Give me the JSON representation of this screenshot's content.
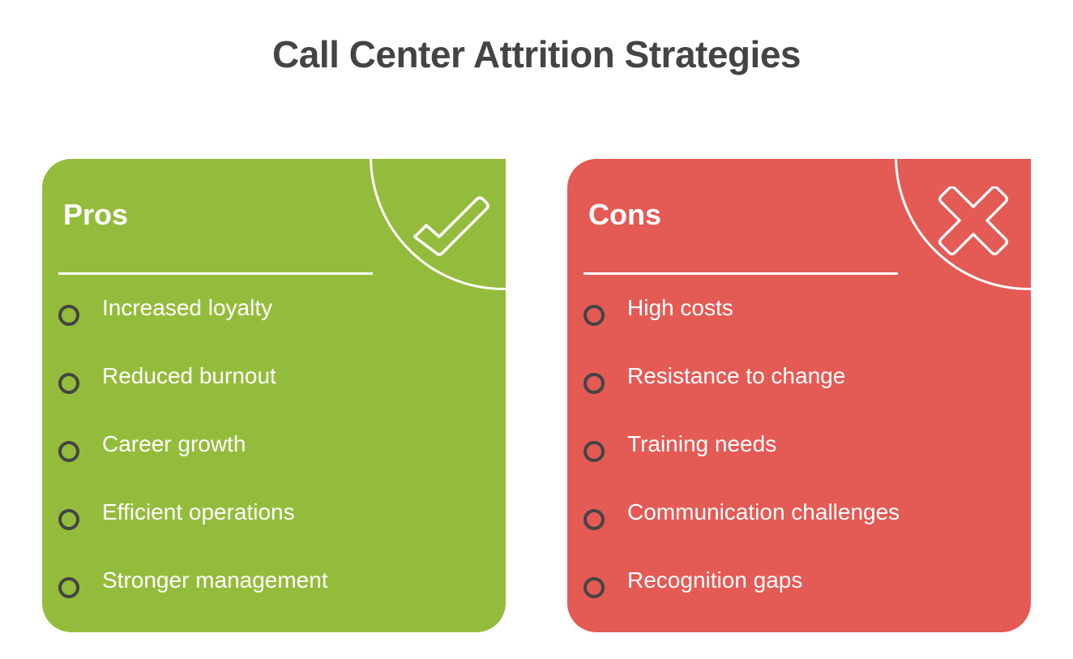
{
  "title": "Call Center Attrition Strategies",
  "colors": {
    "pros": "#94bc3c",
    "cons": "#e45a55",
    "title": "#444444",
    "bullet": "#444444"
  },
  "pros": {
    "heading": "Pros",
    "icon": "checkmark-icon",
    "items": [
      {
        "label": "Increased loyalty"
      },
      {
        "label": "Reduced burnout"
      },
      {
        "label": "Career growth"
      },
      {
        "label": "Efficient operations"
      },
      {
        "label": "Stronger management"
      }
    ]
  },
  "cons": {
    "heading": "Cons",
    "icon": "x-mark-icon",
    "items": [
      {
        "label": "High costs"
      },
      {
        "label": "Resistance to change"
      },
      {
        "label": "Training needs"
      },
      {
        "label": "Communication challenges"
      },
      {
        "label": "Recognition gaps"
      }
    ]
  }
}
